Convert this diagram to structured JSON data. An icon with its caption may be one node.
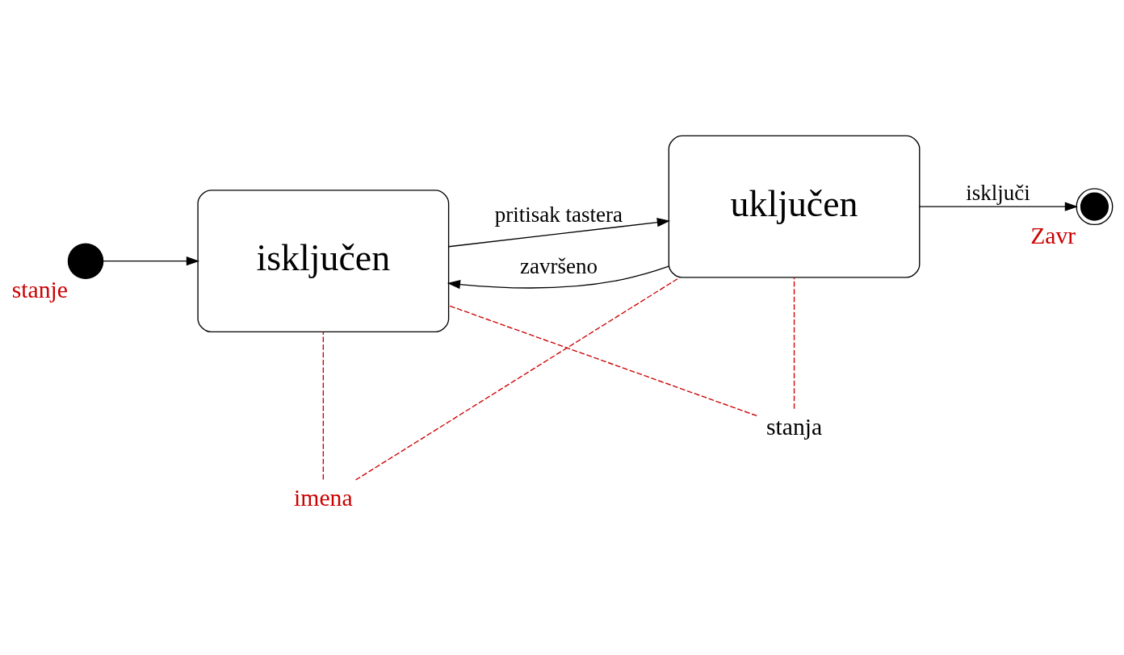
{
  "diagram": {
    "nodes": [
      {
        "text": [],
        "shape": "circle",
        "beside": [
          "stanje"
        ]
      },
      {
        "text": [
          "isključen"
        ]
      },
      {
        "text": [
          "uključen"
        ]
      },
      {
        "text": [],
        "shape": "circle",
        "beside": [
          "Zavr"
        ]
      },
      {
        "text": [
          "imena"
        ]
      },
      {
        "text": [
          "stanja"
        ]
      }
    ],
    "edges": [
      {
        "from": 0,
        "to": 1,
        "arrow": "to"
      },
      {
        "from": 1,
        "to": 2,
        "arrow": "to",
        "label": "pritisak tastera"
      },
      {
        "from": 2,
        "to": 3,
        "arrow": "to",
        "label": "isključi"
      },
      {
        "from": 2,
        "to": 1,
        "arrow": "to",
        "label": "završeno"
      },
      {
        "from": 4,
        "to": 1,
        "arrow": "none",
        "style": "dashed",
        "color": "#cc0000"
      },
      {
        "from": 4,
        "to": 2,
        "arrow": "none",
        "style": "dashed",
        "color": "#cc0000"
      },
      {
        "from": 5,
        "to": 1,
        "arrow": "none",
        "style": "dashed",
        "color": "#cc0000"
      },
      {
        "from": 5,
        "to": 2,
        "arrow": "none",
        "style": "dashed",
        "color": "#cc0000"
      }
    ]
  }
}
